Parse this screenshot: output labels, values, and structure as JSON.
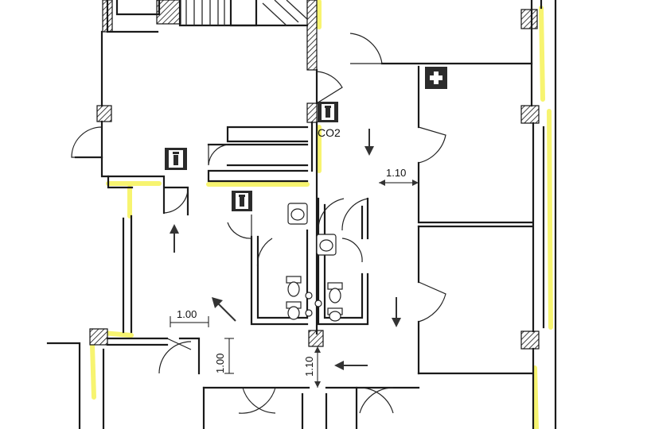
{
  "labels": {
    "co2": "CO2",
    "dim_corridor_right": "1.10",
    "dim_corridor_left": "1.00",
    "dim_vertical_left": "1.00",
    "dim_vertical_bottom": "1.10"
  },
  "colors": {
    "highlight": "#f4f040",
    "wall": "#1a1a1a",
    "sign": "#2b2b2b"
  },
  "icons": [
    "first-aid-icon",
    "fire-extinguisher-icon",
    "co2-extinguisher-icon",
    "direction-arrow-icon",
    "sink-icon",
    "toilet-icon"
  ]
}
